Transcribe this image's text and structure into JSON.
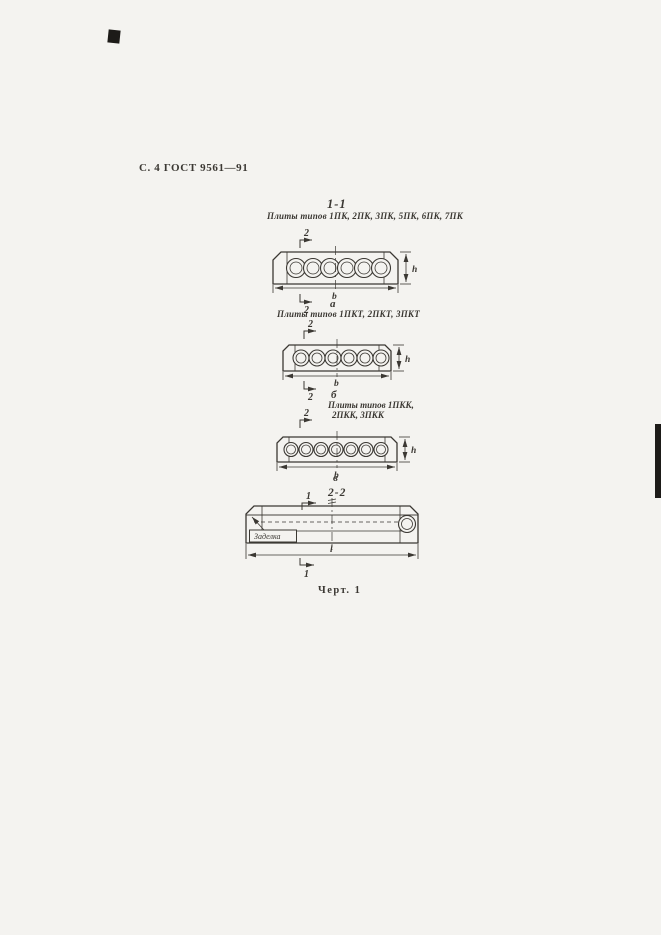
{
  "page": {
    "header": "С. 4 ГОСТ 9561—91",
    "caption": "Черт. 1"
  },
  "colors": {
    "ink": "#3b3833",
    "paper": "#f4f3f0"
  },
  "section_1_1": {
    "label": "1-1",
    "drawing_a": {
      "title": "Плиты типов 1ПК, 2ПК, 3ПК, 5ПК, 6ПК, 7ПК",
      "sublabel": "а",
      "cut_mark": "2",
      "width_dim": "b",
      "height_dim": "h"
    },
    "drawing_b": {
      "title": "Плиты типов 1ПКТ, 2ПКТ, 3ПКТ",
      "sublabel": "б",
      "cut_mark": "2",
      "width_dim": "b",
      "height_dim": "h"
    },
    "drawing_c": {
      "title_line1": "Плиты типов 1ПКК,",
      "title_line2": "2ПКК, 3ПКК",
      "sublabel": "в",
      "cut_mark": "2",
      "width_dim": "b",
      "height_dim": "h"
    }
  },
  "section_2_2": {
    "label": "2-2",
    "cut_mark": "1",
    "embed_label": "Заделка",
    "length_dim": "l"
  }
}
